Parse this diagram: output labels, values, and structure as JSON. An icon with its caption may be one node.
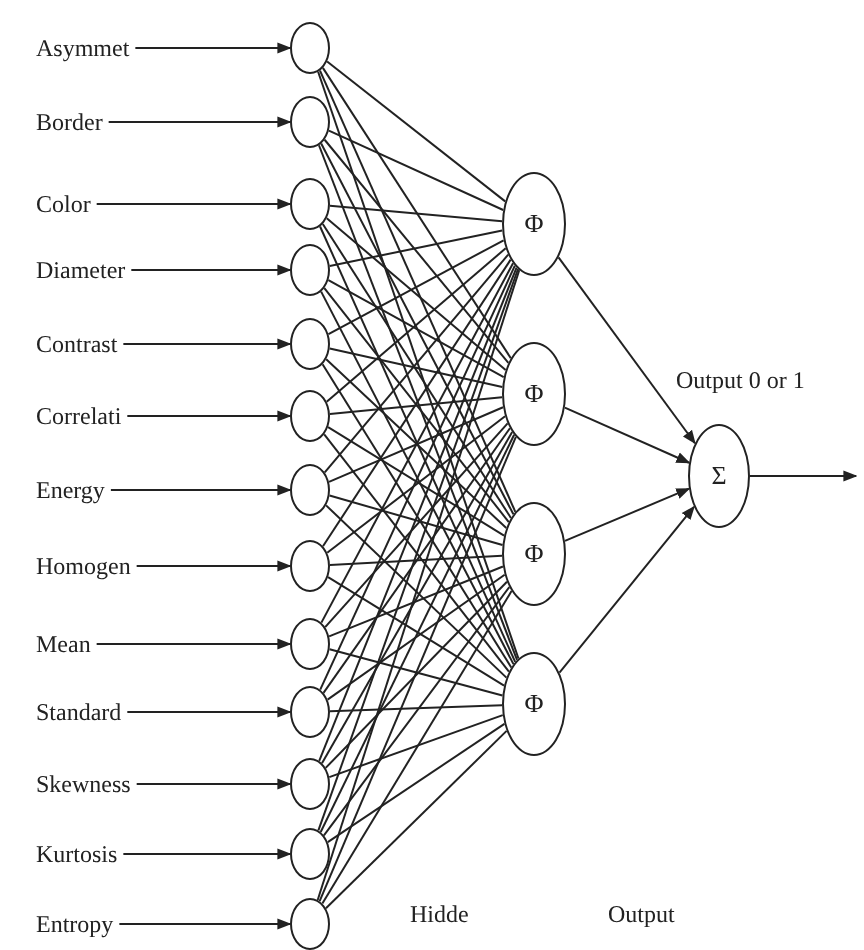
{
  "diagram": {
    "nodes": [
      {
        "text": [
          "Asymmet"
        ]
      },
      {
        "text": [
          "Border"
        ]
      },
      {
        "text": [
          "Color"
        ]
      },
      {
        "text": [
          "Diameter"
        ]
      },
      {
        "text": [
          "Contrast"
        ]
      },
      {
        "text": [
          "Correlati"
        ]
      },
      {
        "text": [
          "Energy"
        ]
      },
      {
        "text": [
          "Homogen"
        ]
      },
      {
        "text": [
          "Mean"
        ]
      },
      {
        "text": [
          "Standard"
        ]
      },
      {
        "text": [
          "Skewness"
        ]
      },
      {
        "text": [
          "Kurtosis"
        ]
      },
      {
        "text": [
          "Entropy"
        ]
      },
      {
        "text": [],
        "shape": "circle"
      },
      {
        "text": [],
        "shape": "circle"
      },
      {
        "text": [],
        "shape": "circle"
      },
      {
        "text": [],
        "shape": "circle"
      },
      {
        "text": [],
        "shape": "circle"
      },
      {
        "text": [],
        "shape": "circle"
      },
      {
        "text": [],
        "shape": "circle"
      },
      {
        "text": [],
        "shape": "circle"
      },
      {
        "text": [],
        "shape": "circle"
      },
      {
        "text": [],
        "shape": "circle"
      },
      {
        "text": [],
        "shape": "circle"
      },
      {
        "text": [],
        "shape": "circle"
      },
      {
        "text": [],
        "shape": "circle"
      },
      {
        "text": [
          "Φ"
        ]
      },
      {
        "text": [
          "Φ"
        ]
      },
      {
        "text": [
          "Φ"
        ]
      },
      {
        "text": [
          "Φ"
        ]
      },
      {
        "text": [
          "Σ"
        ]
      }
    ],
    "edges": [
      {
        "from": 0,
        "to": 13,
        "arrow": "to"
      },
      {
        "from": 1,
        "to": 14,
        "arrow": "to"
      },
      {
        "from": 2,
        "to": 15,
        "arrow": "to"
      },
      {
        "from": 3,
        "to": 16,
        "arrow": "to"
      },
      {
        "from": 4,
        "to": 17,
        "arrow": "to"
      },
      {
        "from": 5,
        "to": 18,
        "arrow": "to"
      },
      {
        "from": 6,
        "to": 19,
        "arrow": "to"
      },
      {
        "from": 7,
        "to": 20,
        "arrow": "to"
      },
      {
        "from": 8,
        "to": 21,
        "arrow": "to"
      },
      {
        "from": 9,
        "to": 22,
        "arrow": "to"
      },
      {
        "from": 10,
        "to": 23,
        "arrow": "to"
      },
      {
        "from": 11,
        "to": 24,
        "arrow": "to"
      },
      {
        "from": 12,
        "to": 25,
        "arrow": "to"
      },
      {
        "from": 13,
        "to": 26,
        "arrow": "none"
      },
      {
        "from": 13,
        "to": 27,
        "arrow": "none"
      },
      {
        "from": 13,
        "to": 28,
        "arrow": "none"
      },
      {
        "from": 13,
        "to": 29,
        "arrow": "none"
      },
      {
        "from": 14,
        "to": 26,
        "arrow": "none"
      },
      {
        "from": 14,
        "to": 27,
        "arrow": "none"
      },
      {
        "from": 14,
        "to": 28,
        "arrow": "none"
      },
      {
        "from": 14,
        "to": 29,
        "arrow": "none"
      },
      {
        "from": 15,
        "to": 26,
        "arrow": "none"
      },
      {
        "from": 15,
        "to": 27,
        "arrow": "none"
      },
      {
        "from": 15,
        "to": 28,
        "arrow": "none"
      },
      {
        "from": 15,
        "to": 29,
        "arrow": "none"
      },
      {
        "from": 16,
        "to": 26,
        "arrow": "none"
      },
      {
        "from": 16,
        "to": 27,
        "arrow": "none"
      },
      {
        "from": 16,
        "to": 28,
        "arrow": "none"
      },
      {
        "from": 16,
        "to": 29,
        "arrow": "none"
      },
      {
        "from": 17,
        "to": 26,
        "arrow": "none"
      },
      {
        "from": 17,
        "to": 27,
        "arrow": "none"
      },
      {
        "from": 17,
        "to": 28,
        "arrow": "none"
      },
      {
        "from": 17,
        "to": 29,
        "arrow": "none"
      },
      {
        "from": 18,
        "to": 26,
        "arrow": "none"
      },
      {
        "from": 18,
        "to": 27,
        "arrow": "none"
      },
      {
        "from": 18,
        "to": 28,
        "arrow": "none"
      },
      {
        "from": 18,
        "to": 29,
        "arrow": "none"
      },
      {
        "from": 19,
        "to": 26,
        "arrow": "none"
      },
      {
        "from": 19,
        "to": 27,
        "arrow": "none"
      },
      {
        "from": 19,
        "to": 28,
        "arrow": "none"
      },
      {
        "from": 19,
        "to": 29,
        "arrow": "none"
      },
      {
        "from": 20,
        "to": 26,
        "arrow": "none"
      },
      {
        "from": 20,
        "to": 27,
        "arrow": "none"
      },
      {
        "from": 20,
        "to": 28,
        "arrow": "none"
      },
      {
        "from": 20,
        "to": 29,
        "arrow": "none"
      },
      {
        "from": 21,
        "to": 26,
        "arrow": "none"
      },
      {
        "from": 21,
        "to": 27,
        "arrow": "none"
      },
      {
        "from": 21,
        "to": 28,
        "arrow": "none"
      },
      {
        "from": 21,
        "to": 29,
        "arrow": "none"
      },
      {
        "from": 22,
        "to": 26,
        "arrow": "none"
      },
      {
        "from": 22,
        "to": 27,
        "arrow": "none"
      },
      {
        "from": 22,
        "to": 28,
        "arrow": "none"
      },
      {
        "from": 22,
        "to": 29,
        "arrow": "none"
      },
      {
        "from": 23,
        "to": 26,
        "arrow": "none"
      },
      {
        "from": 23,
        "to": 27,
        "arrow": "none"
      },
      {
        "from": 23,
        "to": 28,
        "arrow": "none"
      },
      {
        "from": 23,
        "to": 29,
        "arrow": "none"
      },
      {
        "from": 24,
        "to": 26,
        "arrow": "none"
      },
      {
        "from": 24,
        "to": 27,
        "arrow": "none"
      },
      {
        "from": 24,
        "to": 28,
        "arrow": "none"
      },
      {
        "from": 24,
        "to": 29,
        "arrow": "none"
      },
      {
        "from": 25,
        "to": 26,
        "arrow": "none"
      },
      {
        "from": 25,
        "to": 27,
        "arrow": "none"
      },
      {
        "from": 25,
        "to": 28,
        "arrow": "none"
      },
      {
        "from": 25,
        "to": 29,
        "arrow": "none"
      },
      {
        "from": 26,
        "to": 30,
        "arrow": "to"
      },
      {
        "from": 27,
        "to": 30,
        "arrow": "to"
      },
      {
        "from": 28,
        "to": 30,
        "arrow": "to"
      },
      {
        "from": 29,
        "to": 30,
        "arrow": "to"
      },
      {
        "from": 30,
        "to": null,
        "arrow": "to"
      }
    ],
    "labels": [
      "Output 0 or 1",
      "Hidde",
      "Output"
    ]
  }
}
